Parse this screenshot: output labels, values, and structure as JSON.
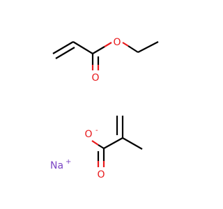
{
  "molecules": [
    {
      "id": "ethyl-acrylate",
      "atoms": {
        "carbonyl_oxygen": "O",
        "ester_oxygen": "O"
      }
    },
    {
      "id": "sodium-methacrylate",
      "atoms": {
        "carbonyl_oxygen": "O",
        "oxide_oxygen": "O",
        "oxide_charge": "-",
        "sodium": "Na",
        "sodium_charge": "+"
      }
    }
  ],
  "colors": {
    "bond": "#000000",
    "oxygen": "#e8191b",
    "sodium": "#7b45c4",
    "background": "#ffffff"
  }
}
